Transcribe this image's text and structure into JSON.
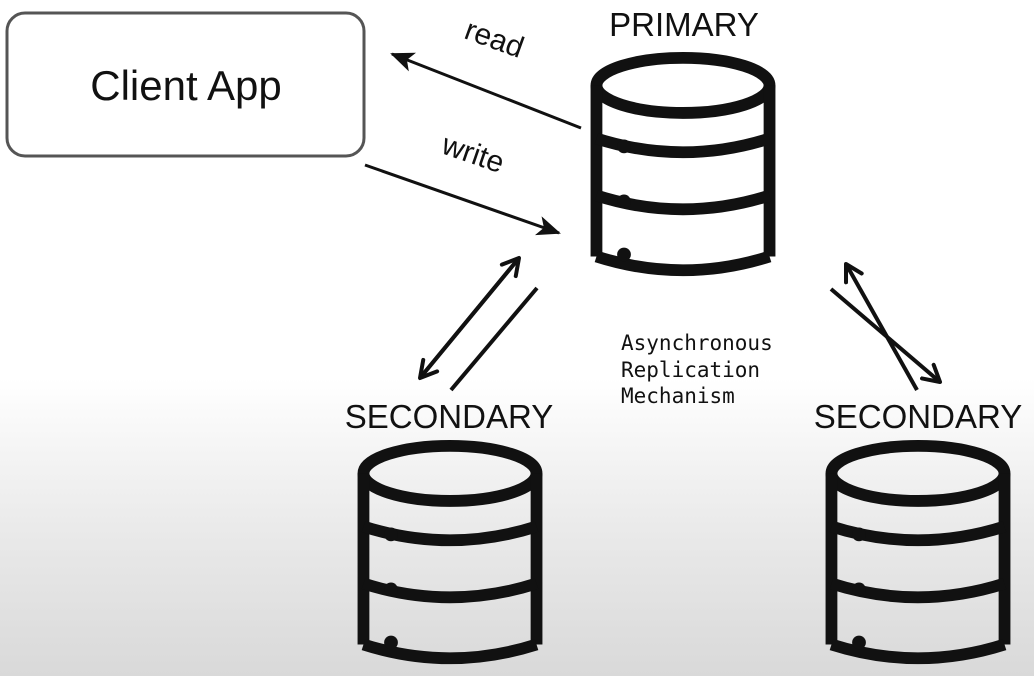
{
  "client": {
    "label": "Client App"
  },
  "primary": {
    "label": "PRIMARY"
  },
  "secondary_left": {
    "label": "SECONDARY"
  },
  "secondary_right": {
    "label": "SECONDARY"
  },
  "edges": {
    "read": "read",
    "write": "write"
  },
  "replication": {
    "line1": "Asynchronous",
    "line2": "Replication",
    "line3": "Mechanism"
  },
  "colors": {
    "stroke": "#111111",
    "client_border": "#555555",
    "fill": "#ffffff"
  },
  "icons": {
    "database": "database-icon"
  }
}
